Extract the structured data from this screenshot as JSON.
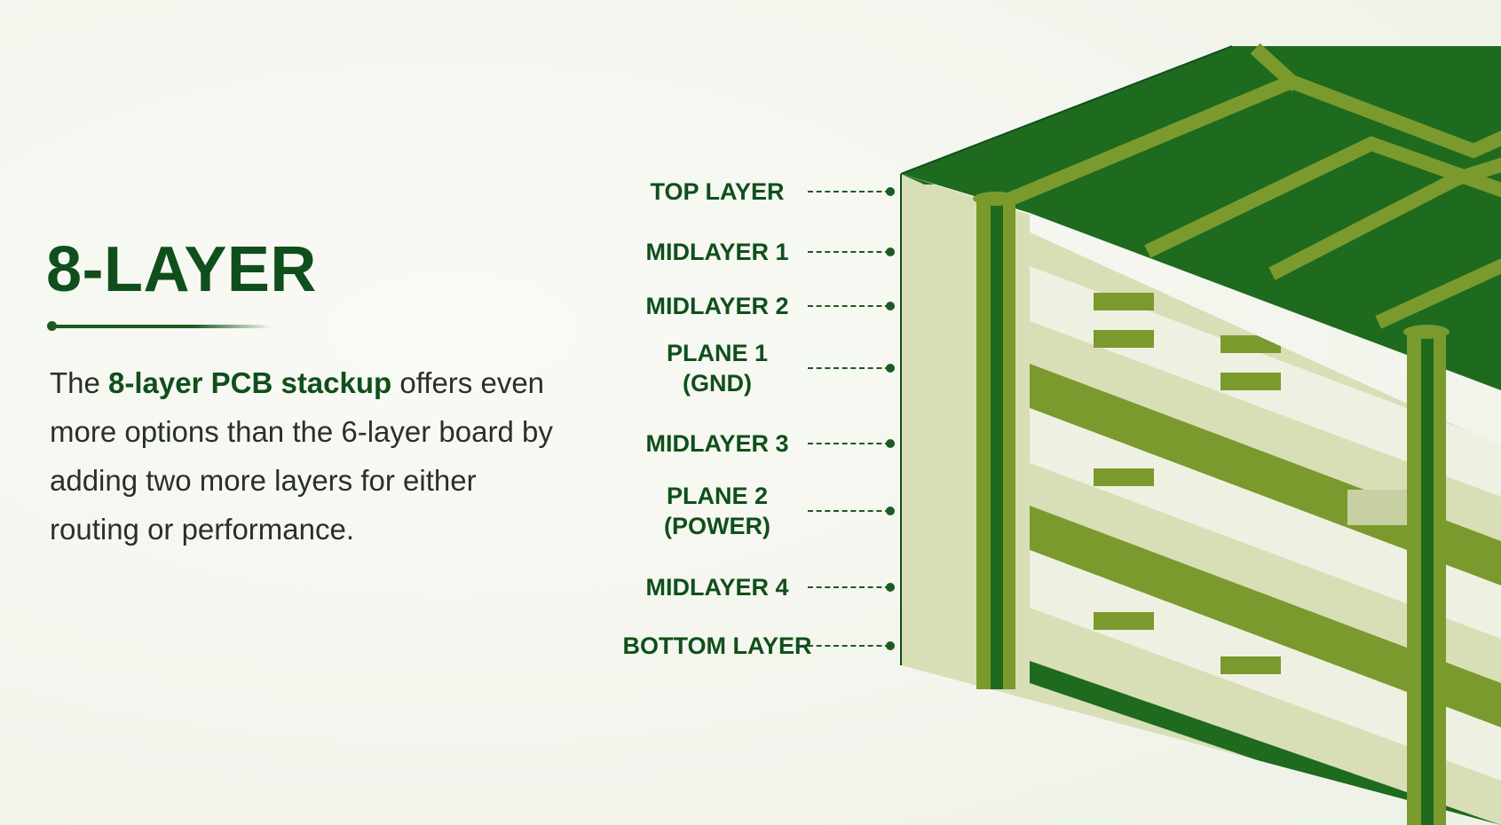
{
  "heading": "8-LAYER",
  "description": {
    "lead": "The ",
    "bold": "8-layer PCB stackup",
    "rest": " offers even more options than the 6-layer board by adding two more layers for either routing or performance."
  },
  "layers": [
    {
      "label": "TOP LAYER",
      "kind": "copper"
    },
    {
      "label": "MIDLAYER 1",
      "kind": "signal"
    },
    {
      "label": "MIDLAYER 2",
      "kind": "signal"
    },
    {
      "label": "PLANE 1\n(GND)",
      "kind": "plane"
    },
    {
      "label": "MIDLAYER 3",
      "kind": "signal"
    },
    {
      "label": "PLANE 2\n(POWER)",
      "kind": "plane"
    },
    {
      "label": "MIDLAYER 4",
      "kind": "signal"
    },
    {
      "label": "BOTTOM LAYER",
      "kind": "copper"
    }
  ],
  "colors": {
    "dark_green": "#0f4f1b",
    "copper_top": "#1e6a1e",
    "trace": "#7a9a2e",
    "core_light": "#d8dfb7",
    "core_pale": "#eef1e1",
    "plane": "#7a9a2e"
  }
}
